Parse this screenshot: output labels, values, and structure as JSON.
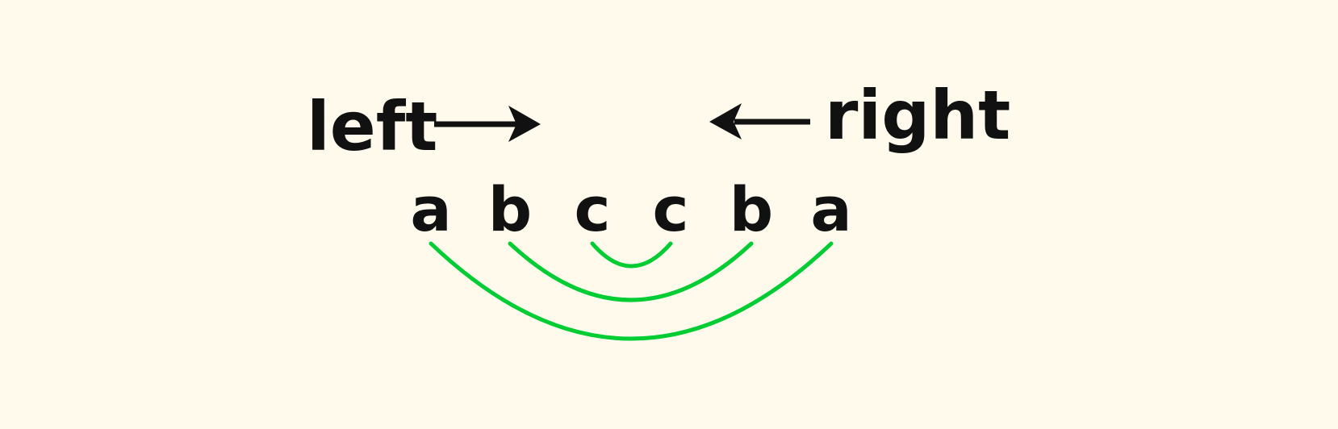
{
  "pointers": {
    "left_label": "left",
    "right_label": "right"
  },
  "string": {
    "chars": [
      "a",
      "b",
      "c",
      "c",
      "b",
      "a"
    ]
  },
  "pairs": [
    {
      "from": 0,
      "to": 5
    },
    {
      "from": 1,
      "to": 4
    },
    {
      "from": 2,
      "to": 3
    }
  ],
  "colors": {
    "background": "#fffaec",
    "text": "#111111",
    "arc": "#00cc33"
  }
}
